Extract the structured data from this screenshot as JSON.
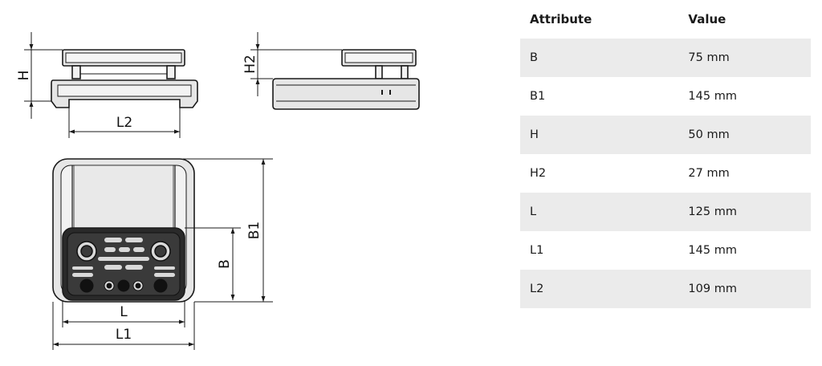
{
  "dimension_labels": {
    "H": "H",
    "H2": "H2",
    "L2": "L2",
    "B": "B",
    "B1": "B1",
    "L": "L",
    "L1": "L1"
  },
  "table": {
    "headers": [
      "Attribute",
      "Value"
    ],
    "rows": [
      {
        "attribute": "B",
        "value": "75 mm"
      },
      {
        "attribute": "B1",
        "value": "145 mm"
      },
      {
        "attribute": "H",
        "value": "50 mm"
      },
      {
        "attribute": "H2",
        "value": "27 mm"
      },
      {
        "attribute": "L",
        "value": "125 mm"
      },
      {
        "attribute": "L1",
        "value": "145 mm"
      },
      {
        "attribute": "L2",
        "value": "109 mm"
      }
    ]
  },
  "colors": {
    "stripe": "#ebebeb",
    "line": "#1a1a1a",
    "fill_light": "#e4e4e4",
    "fill_dark": "#2a2a2a"
  }
}
